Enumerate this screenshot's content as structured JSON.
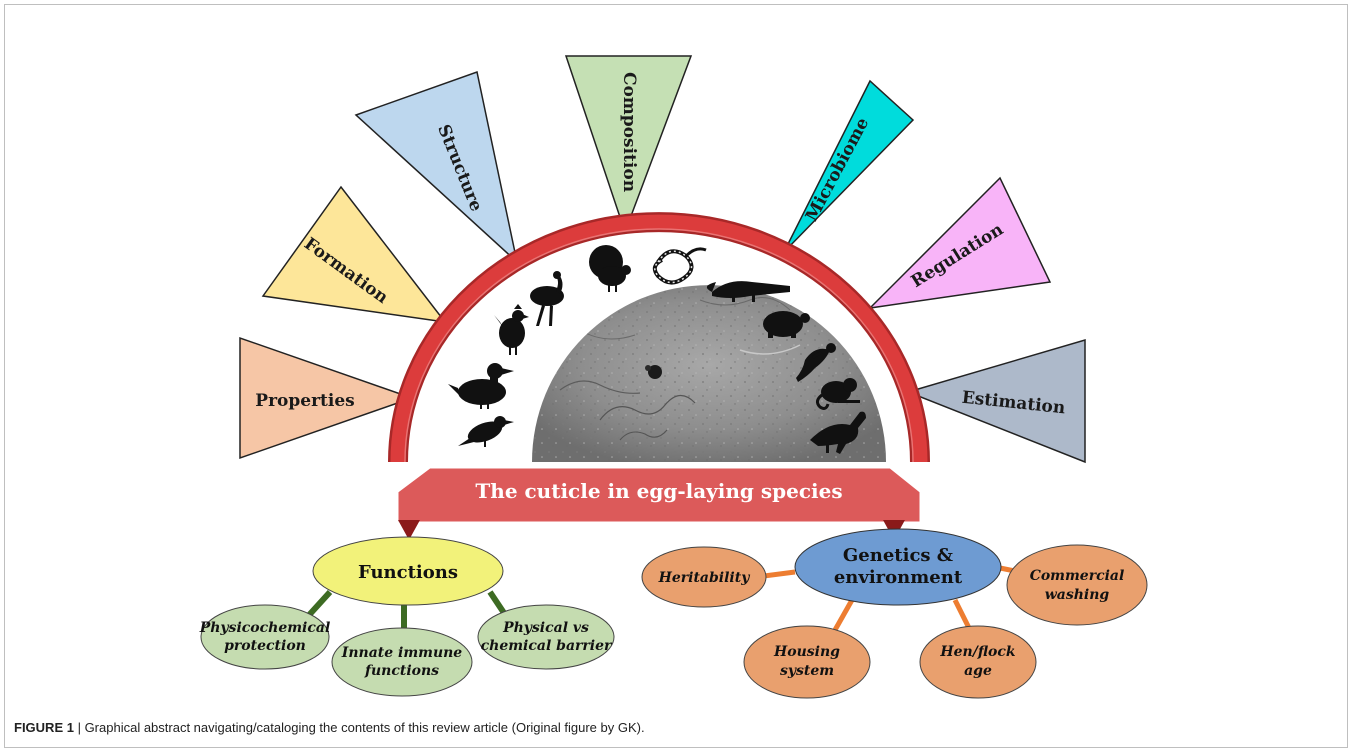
{
  "triangles": {
    "properties": "Properties",
    "formation": "Formation",
    "structure": "Structure",
    "composition": "Composition",
    "microbiome": "Microbiome",
    "regulation": "Regulation",
    "estimation": "Estimation"
  },
  "banner": "The cuticle in egg-laying species",
  "functions": {
    "title": "Functions",
    "children": [
      [
        "Physicochemical",
        "protection"
      ],
      [
        "Innate immune",
        "functions"
      ],
      [
        "Physical vs",
        "chemical barrier"
      ]
    ]
  },
  "genetics": {
    "title": [
      "Genetics &",
      "environment"
    ],
    "children": [
      [
        "Heritability"
      ],
      [
        "Housing",
        "system"
      ],
      [
        "Hen/flock",
        "age"
      ],
      [
        "Commercial",
        "washing"
      ]
    ]
  },
  "caption": {
    "label": "FIGURE 1",
    "text": " | Graphical abstract navigating/cataloging the contents of this review article (Original figure by GK)."
  },
  "colors": {
    "properties": "#f6c6a6",
    "formation": "#fde699",
    "structure": "#bdd7ee",
    "composition": "#c5e0b4",
    "microbiome": "#00dcdc",
    "regulation": "#f8b4f8",
    "estimation": "#adb9ca",
    "arc": "#dc3c3c",
    "banner": "#dc5a5a",
    "functions_node": "#f2f27a",
    "functions_child": "#c5dcb0",
    "functions_line": "#3d6b23",
    "genetics_node": "#6e9bd2",
    "genetics_child": "#e9a06e",
    "genetics_line": "#ed7d31",
    "pointer": "#8b1a1a"
  },
  "icons": [
    "duck-silhouette",
    "bird-silhouette",
    "chicken-silhouette",
    "ostrich-silhouette",
    "turkey-silhouette",
    "snake-icon",
    "crocodile-silhouette",
    "turtle-silhouette",
    "lizard-silhouette",
    "chameleon-silhouette",
    "dinosaur-silhouette",
    "cuticle-micrograph"
  ]
}
